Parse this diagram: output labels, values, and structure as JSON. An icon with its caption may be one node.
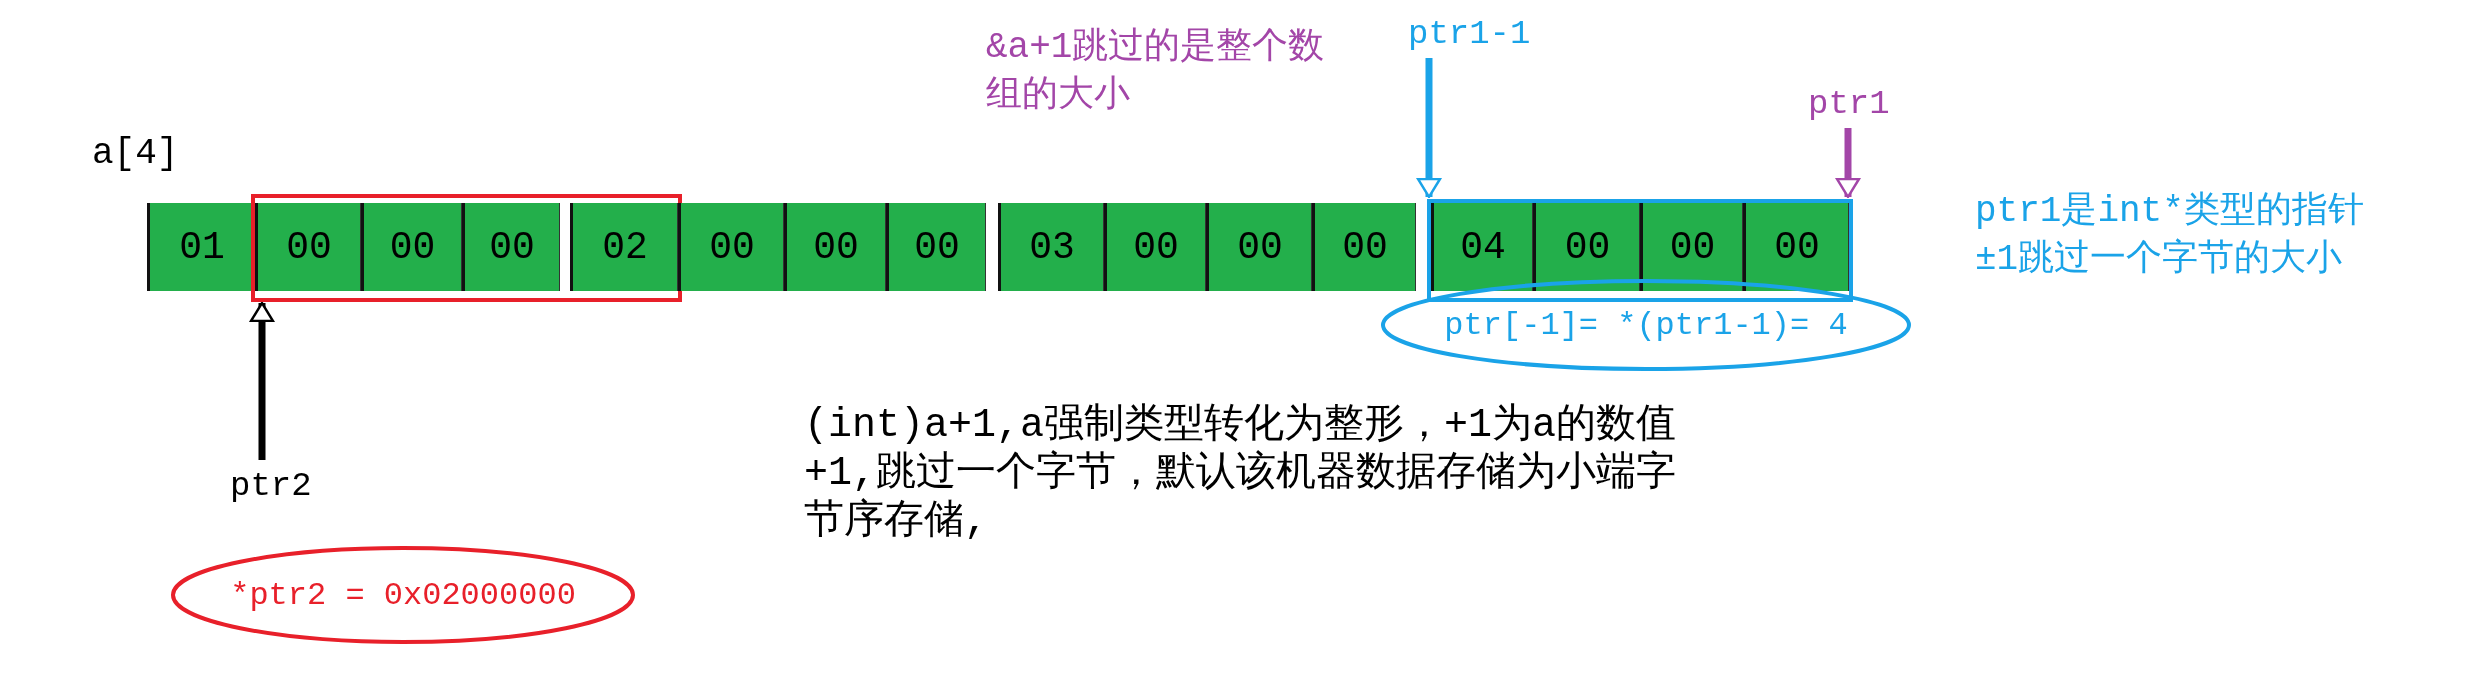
{
  "diagram": {
    "nodes": [
      {
        "text": [
          "01"
        ]
      },
      {
        "text": [],
        "shape": "box"
      },
      {
        "text": [
          "00"
        ],
        "in": 1
      },
      {
        "text": [
          "00"
        ],
        "in": 1
      },
      {
        "text": [
          "00"
        ],
        "in": 1
      },
      {
        "text": [
          "02"
        ],
        "in": 1
      },
      {
        "text": [
          "00"
        ]
      },
      {
        "text": [
          "00"
        ]
      },
      {
        "text": [
          "00"
        ]
      },
      {
        "text": [
          "03"
        ]
      },
      {
        "text": [
          "00"
        ]
      },
      {
        "text": [
          "00"
        ]
      },
      {
        "text": [
          "00"
        ]
      },
      {
        "text": [],
        "shape": "box"
      },
      {
        "text": [
          "04"
        ],
        "in": 13
      },
      {
        "text": [
          "00"
        ],
        "in": 13
      },
      {
        "text": [
          "00"
        ],
        "in": 13
      },
      {
        "text": [
          "00"
        ],
        "in": 13
      },
      {
        "text": [
          "*ptr2 = 0x02000000"
        ]
      },
      {
        "text": [
          "ptr[-1]= *(ptr1-1)= 4"
        ]
      },
      {
        "text": [
          "ptr2"
        ]
      },
      {
        "text": [
          "ptr1-1"
        ]
      },
      {
        "text": [
          "ptr1"
        ]
      }
    ],
    "edges": [
      {
        "from": 20,
        "to": 1,
        "arrow": "to",
        "color": "#000000"
      },
      {
        "from": 21,
        "to": 13,
        "arrow": "to",
        "color": "#1aa3e8"
      },
      {
        "from": 22,
        "to": 13,
        "arrow": "to",
        "color": "#a346a8"
      }
    ],
    "labels": [
      "a[4]",
      "&a+1跳过的是整个数组的大小",
      "ptr1是int*类型的指针±1跳过一个字节的大小",
      "(int)a+1,a强制类型转化为整形，+1为a的数值+1,跳过一个字节，默认该机器数据存储为小端字节序存储,"
    ]
  }
}
